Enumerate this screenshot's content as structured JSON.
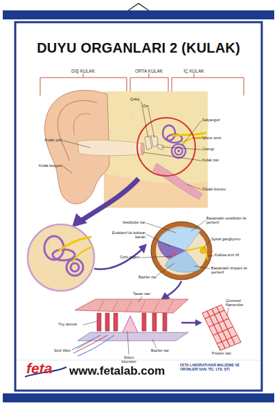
{
  "diagram": {
    "title": "DUYU ORGANLARI 2 (KULAK)",
    "labels": [
      "DIŞ KULAK",
      "ORTA KULAK",
      "İÇ KULAK",
      "Çekiç",
      "Örs",
      "Salyangoz",
      "İşitme siniri",
      "Üzengi",
      "Kulak yolu",
      "Kulak zarı",
      "Kulak kepçesi",
      "Östaki borusu",
      "Vestibüler zar",
      "Basamaklı vestibüler ile perilenf",
      "Endolenf ile koklear kanalı",
      "Spiral gangliyonu",
      "Corti organı",
      "Koklea sinir lifi",
      "Basamaklı timpani ile perilenf",
      "Baziler zar",
      "Tavan zarı",
      "Çevresel filamentler",
      "Tüy demeti",
      "Sinir lifleri",
      "Baziler zar",
      "Sütun hücreleri",
      "Protein zarı",
      "feta",
      "www.fetalab.com",
      "FETA LABORATUVAR MALZEME VE ÜRÜNLERİ SAN. TİC. LTD. ŞTİ."
    ]
  }
}
